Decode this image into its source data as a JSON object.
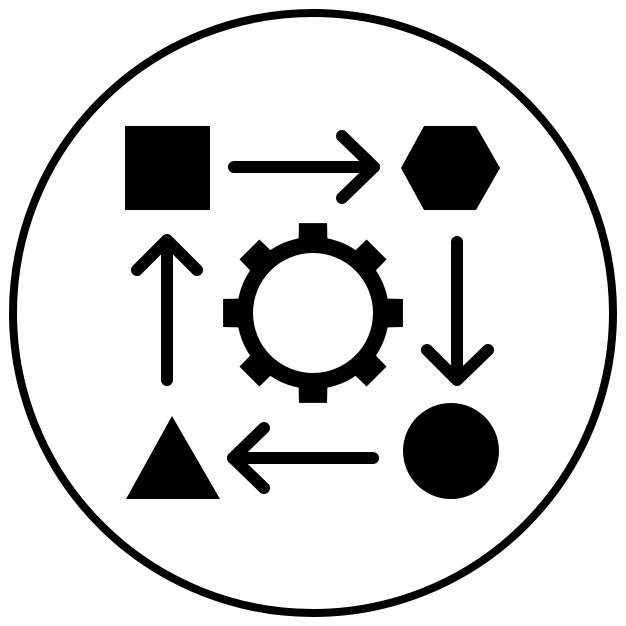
{
  "icon": {
    "name": "process-workflow-icon",
    "colors": {
      "ink": "#000000",
      "paper": "#ffffff"
    },
    "elements": [
      "circle-border",
      "square-shape",
      "hexagon-shape",
      "circle-shape",
      "triangle-shape",
      "gear-icon",
      "arrow-right-icon",
      "arrow-down-icon",
      "arrow-left-icon",
      "arrow-up-icon"
    ]
  }
}
